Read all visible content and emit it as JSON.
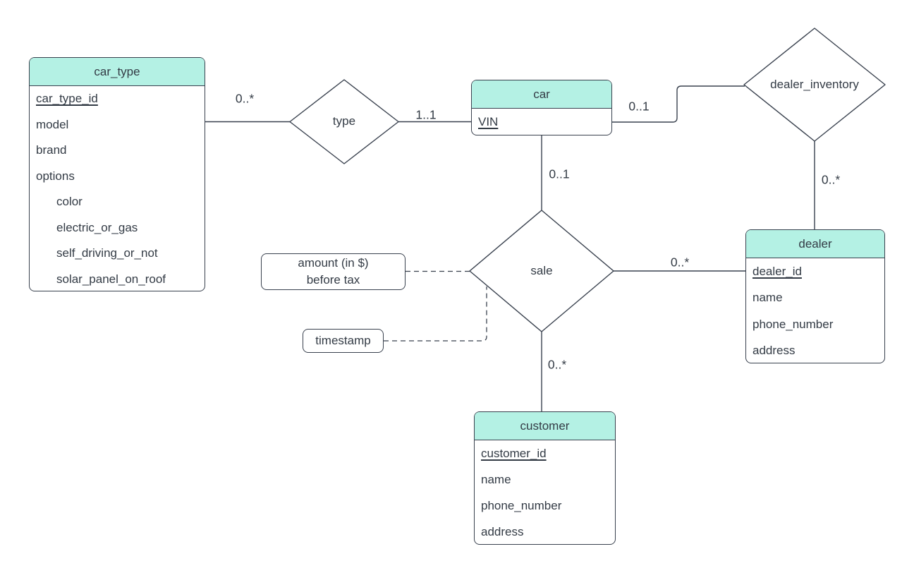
{
  "colors": {
    "entity_header_fill": "#b4f1e4",
    "stroke": "#39414e",
    "text": "#333b45",
    "canvas_background": "#ffffff"
  },
  "entities": [
    {
      "title": "car_type",
      "attributes": [
        {
          "label": "car_type_id",
          "primary_key": true,
          "indented": false
        },
        {
          "label": "model",
          "primary_key": false,
          "indented": false
        },
        {
          "label": "brand",
          "primary_key": false,
          "indented": false
        },
        {
          "label": "options",
          "primary_key": false,
          "indented": false
        },
        {
          "label": "color",
          "primary_key": false,
          "indented": true
        },
        {
          "label": "electric_or_gas",
          "primary_key": false,
          "indented": true
        },
        {
          "label": "self_driving_or_not",
          "primary_key": false,
          "indented": true
        },
        {
          "label": "solar_panel_on_roof",
          "primary_key": false,
          "indented": true
        }
      ]
    },
    {
      "title": "car",
      "attributes": [
        {
          "label": "VIN",
          "primary_key": true,
          "indented": false
        }
      ]
    },
    {
      "title": "dealer",
      "attributes": [
        {
          "label": "dealer_id",
          "primary_key": true,
          "indented": false
        },
        {
          "label": "name",
          "primary_key": false,
          "indented": false
        },
        {
          "label": "phone_number",
          "primary_key": false,
          "indented": false
        },
        {
          "label": "address",
          "primary_key": false,
          "indented": false
        }
      ]
    },
    {
      "title": "customer",
      "attributes": [
        {
          "label": "customer_id",
          "primary_key": true,
          "indented": false
        },
        {
          "label": "name",
          "primary_key": false,
          "indented": false
        },
        {
          "label": "phone_number",
          "primary_key": false,
          "indented": false
        },
        {
          "label": "address",
          "primary_key": false,
          "indented": false
        }
      ]
    }
  ],
  "relationships": [
    {
      "label": "type"
    },
    {
      "label": "dealer_inventory"
    },
    {
      "label": "sale"
    }
  ],
  "cardinalities": {
    "car_type_to_type": "0..*",
    "type_to_car": "1..1",
    "car_to_dealer_inventory": "0..1",
    "dealer_inventory_to_dealer": "0..*",
    "car_to_sale": "0..1",
    "sale_to_dealer": "0..*",
    "sale_to_customer": "0..*"
  },
  "annotations": [
    {
      "lines": [
        "amount (in $)",
        "before tax"
      ],
      "connects_to": "sale"
    },
    {
      "lines": [
        "timestamp"
      ],
      "connects_to": "sale"
    }
  ]
}
